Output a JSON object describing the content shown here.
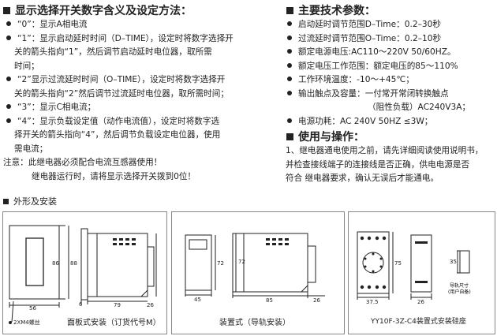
{
  "left": {
    "title": "显示选择开关数字含义及设定方法：",
    "items": [
      [
        "“0”：显示A相电流"
      ],
      [
        "“1”：显示启动延时时间（D–TIME），设定时将数字选择开",
        "关的箭头指向“1”，然后调节启动延时电位器，取所需",
        "时间；"
      ],
      [
        "“2”显示过流延时时间（O–TIME），设定时将数字选择开",
        "关的箭头指向“2”然后调节过流延时电位器，取所需时间；"
      ],
      [
        "“3”：显示C相电流；"
      ],
      [
        "“4”：显示负载设定值（动作电流值），设定时将数字选",
        "择开关的箭头指向“4”，然后调节负载设定电位器，使用",
        "需电流；"
      ]
    ],
    "note": [
      "注意：此继电器必须配合电流互感器使用！",
      "继电器运行时，请将显示选择开关拨到0位！"
    ]
  },
  "right": {
    "title": "主要技术参数：",
    "items": [
      [
        "启动延时调节范围D–Time：0.2–30秒"
      ],
      [
        "过流延时调节范围O–Time：0.2–10秒"
      ],
      [
        "额定电源电压:AC110～220V 50/60HZ。"
      ],
      [
        "额定电压工作范围：额定电压的85～110%"
      ],
      [
        "工作环境温度：-10～+45℃；"
      ],
      [
        "输出触点及容量：一付常开常闭转换触点",
        "（阻性负载）AC240V3A；"
      ],
      [
        "电源功耗：AC 240V 50HZ ≤3W；"
      ]
    ],
    "use_title": "使用与操作：",
    "use_text": [
      "1、继电器通电使用之前，请先详细阅读使用说明书，",
      "并检查接线端子的连接线是否正确，供电电源是否",
      "符合  继电器要求，确认无误后才能通电。"
    ]
  },
  "section3": {
    "title": "外形及安装",
    "fig1": {
      "caption": "面板式安装（订货代号M）",
      "screw": "2XM4螺丝",
      "dims": {
        "w": "56",
        "h": "88",
        "h2": "86",
        "depth": "79",
        "t": "6",
        "s": "26"
      }
    },
    "fig2": {
      "caption": "装置式（导轨安装）",
      "dims": {
        "w": "45",
        "h": "72",
        "h2": "72",
        "depth": "85",
        "s": "26"
      }
    },
    "fig3": {
      "caption": "YY10F-3Z-C4装置式安装硅座",
      "dims": {
        "w": "37.5",
        "h": "75",
        "s": "26",
        "rail": "35"
      },
      "rail_note": [
        "导轨尺寸",
        "(用户自备)"
      ]
    }
  }
}
